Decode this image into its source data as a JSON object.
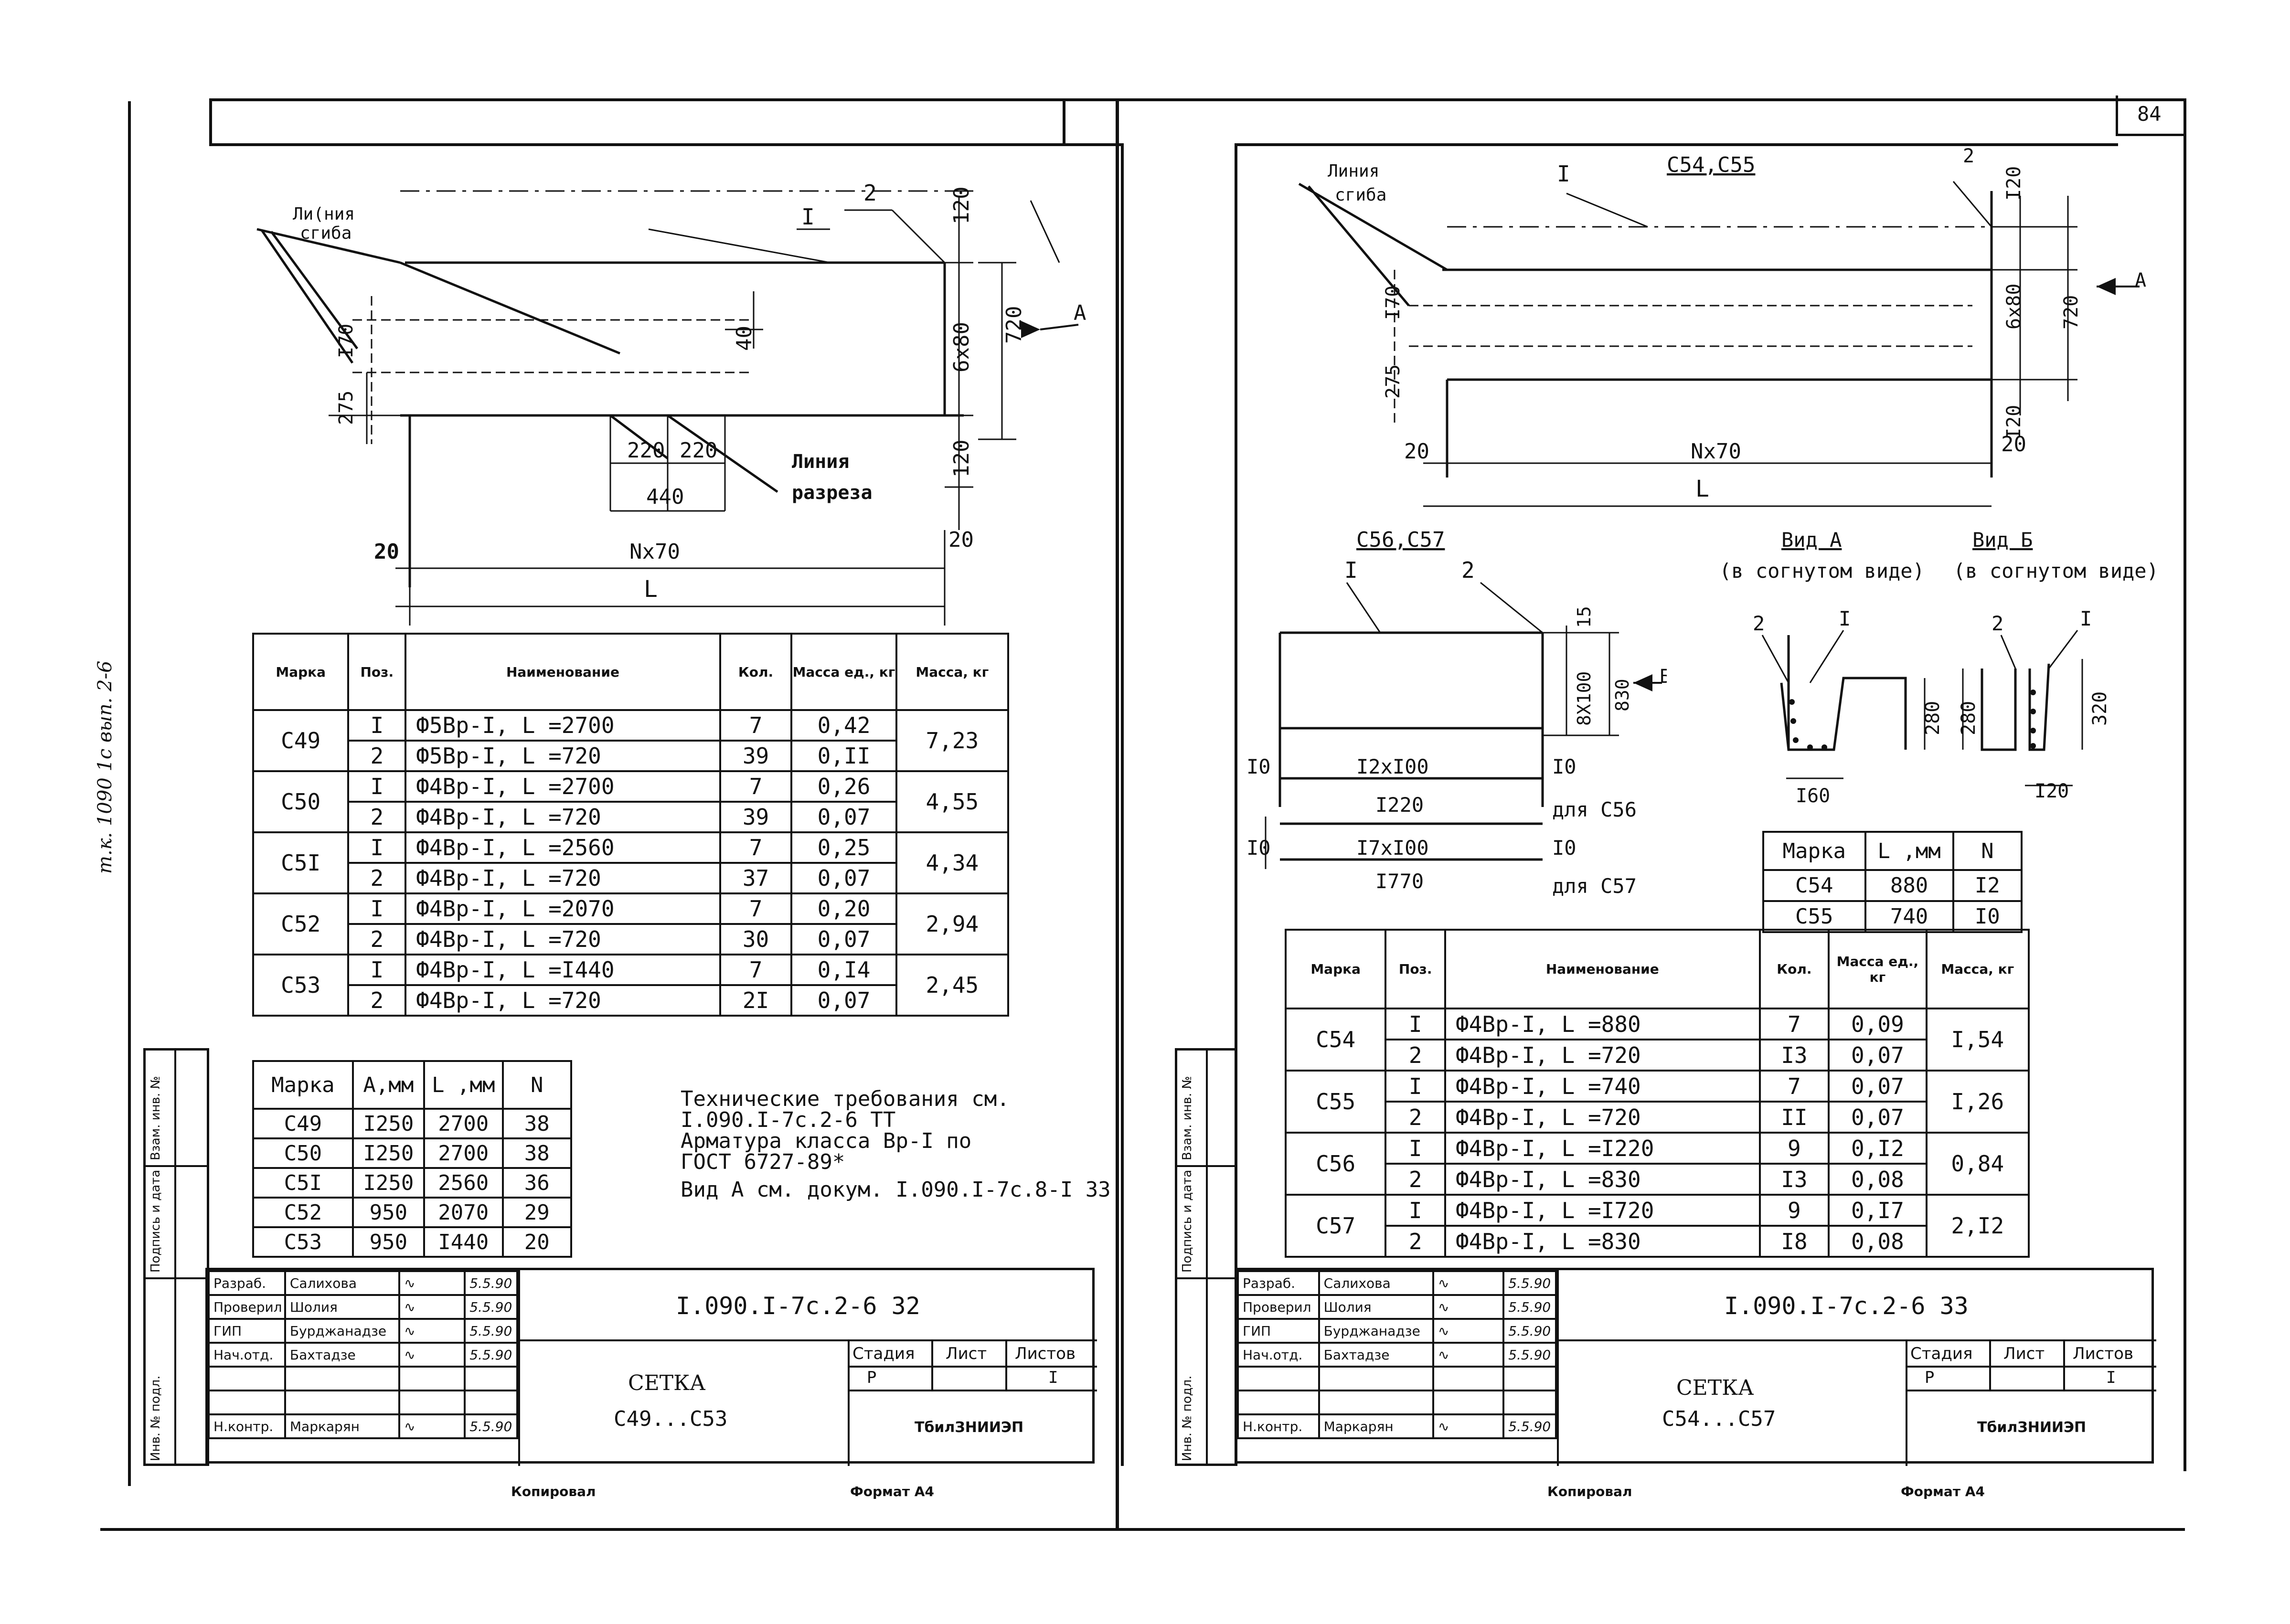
{
  "page_number": "84",
  "left_margin_note": "т.к. 1090 1с вып. 2-6",
  "stamp_columns": [
    "Взам. инв. №",
    "Подпись и дата",
    "Инв. № подл."
  ],
  "left": {
    "drawing": {
      "bend_label": [
        "Ли(ния",
        "сгиба"
      ],
      "pos1": "I",
      "pos2": "2",
      "dim_120_top": "120",
      "dim_6x80": "6x80",
      "dim_720": "720",
      "dim_120_bot": "120",
      "dim_40": "40",
      "dim_170": "I70",
      "dim_275": "275",
      "dim_220a": "220",
      "dim_220b": "220",
      "dim_440": "440",
      "cut_label": [
        "Линия",
        "разреза"
      ],
      "dim_20_left": "20",
      "dim_n70": "Nx70",
      "dim_20_right": "20",
      "dim_L": "L",
      "view_arrow": "A"
    },
    "spec": {
      "headers": [
        "Марка",
        "Поз.",
        "Наименование",
        "Кол.",
        "Масса ед., кг",
        "Масса, кг"
      ],
      "groups": [
        {
          "mark": "C49",
          "total": "7,23",
          "rows": [
            {
              "pos": "I",
              "name": "Ф5Вр-I,  L =2700",
              "qty": "7",
              "mass": "0,42"
            },
            {
              "pos": "2",
              "name": "Ф5Вр-I,  L =720",
              "qty": "39",
              "mass": "0,II"
            }
          ]
        },
        {
          "mark": "C50",
          "total": "4,55",
          "rows": [
            {
              "pos": "I",
              "name": "Ф4Вр-I,  L =2700",
              "qty": "7",
              "mass": "0,26"
            },
            {
              "pos": "2",
              "name": "Ф4Вр-I,  L =720",
              "qty": "39",
              "mass": "0,07"
            }
          ]
        },
        {
          "mark": "C5I",
          "total": "4,34",
          "rows": [
            {
              "pos": "I",
              "name": "Ф4Вр-I,  L =2560",
              "qty": "7",
              "mass": "0,25"
            },
            {
              "pos": "2",
              "name": "Ф4Вр-I,  L =720",
              "qty": "37",
              "mass": "0,07"
            }
          ]
        },
        {
          "mark": "C52",
          "total": "2,94",
          "rows": [
            {
              "pos": "I",
              "name": "Ф4Вр-I,  L =2070",
              "qty": "7",
              "mass": "0,20"
            },
            {
              "pos": "2",
              "name": "Ф4Вр-I,  L =720",
              "qty": "30",
              "mass": "0,07"
            }
          ]
        },
        {
          "mark": "C53",
          "total": "2,45",
          "rows": [
            {
              "pos": "I",
              "name": "Ф4Вр-I,  L =I440",
              "qty": "7",
              "mass": "0,I4"
            },
            {
              "pos": "2",
              "name": "Ф4Вр-I,  L =720",
              "qty": "2I",
              "mass": "0,07"
            }
          ]
        }
      ]
    },
    "dims": {
      "headers": [
        "Марка",
        "А,мм",
        "L ,мм",
        "N"
      ],
      "rows": [
        [
          "C49",
          "I250",
          "2700",
          "38"
        ],
        [
          "C50",
          "I250",
          "2700",
          "38"
        ],
        [
          "C5I",
          "I250",
          "2560",
          "36"
        ],
        [
          "C52",
          "950",
          "2070",
          "29"
        ],
        [
          "C53",
          "950",
          "I440",
          "20"
        ]
      ]
    },
    "notes": [
      "Технические требования см.",
      "I.090.I-7с.2-6 ТТ",
      "Арматура класса Вр-I по",
      "ГОСТ 6727-89*",
      "Вид А см. докум. I.090.I-7с.8-I 33"
    ],
    "title_block": {
      "roles": [
        "Разраб.",
        "Проверил",
        "ГИП",
        "Нач.отд.",
        "",
        "",
        "Н.контр."
      ],
      "names": [
        "Салихова",
        "Шолия",
        "Бурджанадзе",
        "Бахтадзе",
        "",
        "",
        "Маркарян"
      ],
      "dates": [
        "5.5.90",
        "5.5.90",
        "5.5.90",
        "5.5.90",
        "",
        "",
        "5.5.90"
      ],
      "doc_code": "I.090.I-7с.2-6 32",
      "title": "СЕТКА",
      "subtitle": "С49...С53",
      "stage_label": "Стадия",
      "sheet_label": "Лист",
      "sheets_label": "Листов",
      "stage": "Р",
      "sheet": "",
      "sheets": "I",
      "org": "ТбилЗНИИЭП"
    },
    "footer": {
      "copied": "Копировал",
      "format": "Формат А4"
    }
  },
  "right": {
    "drawing": {
      "bend_label": [
        "Линия",
        "сгиба"
      ],
      "pos1": "I",
      "marks": "C54,C55",
      "pos2": "2",
      "dim_120_top": "I20",
      "dim_6x80": "6x80",
      "dim_720": "720",
      "dim_120_bot": "I20",
      "dim_170": "I70",
      "dim_275": "275",
      "dim_20_left": "20",
      "dim_n70": "Nx70",
      "dim_20_right": "20",
      "dim_L": "L",
      "view_arrow": "A"
    },
    "drawing2": {
      "marks": "C56,C57",
      "pos1": "I",
      "pos2": "2",
      "dim_15": "15",
      "dim_8x100": "8X100",
      "dim_830": "830",
      "view_arrow": "Б",
      "dim_10a": "I0",
      "dim_12x100": "I2xI00",
      "dim_10b": "I0",
      "dim_1220": "I220",
      "for_c56": "для С56",
      "dim_10c": "I0",
      "dim_17x100": "I7xI00",
      "dim_10d": "I0",
      "dim_1770": "I770",
      "for_c57": "для С57"
    },
    "views": {
      "view_a": "Вид А",
      "view_a_note": "(в согнутом виде)",
      "view_b": "Вид Б",
      "view_b_note": "(в согнутом виде)",
      "a_pos2": "2",
      "a_pos1": "I",
      "a_dim_280": "280",
      "a_dim_160": "I60",
      "b_pos2": "2",
      "b_pos1": "I",
      "b_dim_280": "280",
      "b_dim_320": "320",
      "b_dim_120": "I20"
    },
    "marks_table": {
      "headers": [
        "Марка",
        "L ,мм",
        "N"
      ],
      "rows": [
        [
          "C54",
          "880",
          "I2"
        ],
        [
          "C55",
          "740",
          "I0"
        ]
      ]
    },
    "spec": {
      "headers": [
        "Марка",
        "Поз.",
        "Наименование",
        "Кол.",
        "Масса ед., кг",
        "Масса, кг"
      ],
      "groups": [
        {
          "mark": "C54",
          "total": "I,54",
          "rows": [
            {
              "pos": "I",
              "name": "Ф4Вр-I,  L =880",
              "qty": "7",
              "mass": "0,09"
            },
            {
              "pos": "2",
              "name": "Ф4Вр-I,  L =720",
              "qty": "I3",
              "mass": "0,07"
            }
          ]
        },
        {
          "mark": "C55",
          "total": "I,26",
          "rows": [
            {
              "pos": "I",
              "name": "Ф4Вр-I,  L =740",
              "qty": "7",
              "mass": "0,07"
            },
            {
              "pos": "2",
              "name": "Ф4Вр-I,  L =720",
              "qty": "II",
              "mass": "0,07"
            }
          ]
        },
        {
          "mark": "C56",
          "total": "0,84",
          "rows": [
            {
              "pos": "I",
              "name": "Ф4Вр-I,  L =I220",
              "qty": "9",
              "mass": "0,I2"
            },
            {
              "pos": "2",
              "name": "Ф4Вр-I,  L =830",
              "qty": "I3",
              "mass": "0,08"
            }
          ]
        },
        {
          "mark": "C57",
          "total": "2,I2",
          "rows": [
            {
              "pos": "I",
              "name": "Ф4Вр-I,  L =I720",
              "qty": "9",
              "mass": "0,I7"
            },
            {
              "pos": "2",
              "name": "Ф4Вр-I,  L =830",
              "qty": "I8",
              "mass": "0,08"
            }
          ]
        }
      ]
    },
    "title_block": {
      "roles": [
        "Разраб.",
        "Проверил",
        "ГИП",
        "Нач.отд.",
        "",
        "",
        "Н.контр."
      ],
      "names": [
        "Салихова",
        "Шолия",
        "Бурджанадзе",
        "Бахтадзе",
        "",
        "",
        "Маркарян"
      ],
      "dates": [
        "5.5.90",
        "5.5.90",
        "5.5.90",
        "5.5.90",
        "",
        "",
        "5.5.90"
      ],
      "doc_code": "I.090.I-7с.2-6 33",
      "title": "СЕТКА",
      "subtitle": "С54...С57",
      "stage_label": "Стадия",
      "sheet_label": "Лист",
      "sheets_label": "Листов",
      "stage": "Р",
      "sheet": "",
      "sheets": "I",
      "org": "ТбилЗНИИЭП"
    },
    "footer": {
      "copied": "Копировал",
      "format": "Формат А4"
    }
  }
}
